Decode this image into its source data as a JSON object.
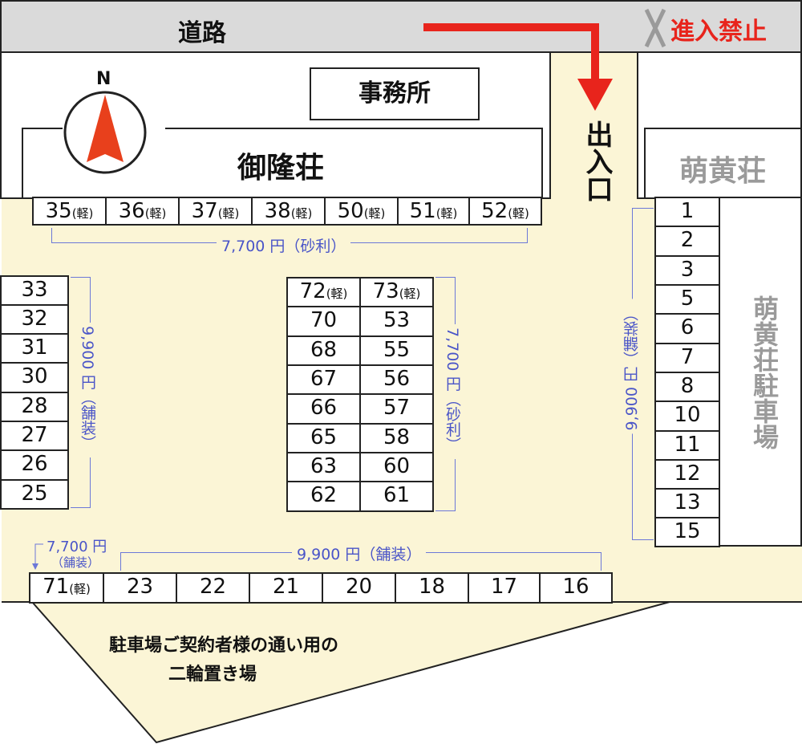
{
  "road": {
    "label": "道路",
    "no_entry": "進入禁止"
  },
  "entrance": {
    "label": "出入口"
  },
  "compass": {
    "north": "N"
  },
  "buildings": {
    "office": "事務所",
    "main": "御隆荘",
    "side": "萌黄荘",
    "side_parking": "萌黄荘駐車場"
  },
  "top_row": [
    "35(軽)",
    "36(軽)",
    "37(軽)",
    "38(軽)",
    "50(軽)",
    "51(軽)",
    "52(軽)"
  ],
  "top_price": "7,700 円（砂利）",
  "left_column": [
    "33",
    "32",
    "31",
    "30",
    "28",
    "27",
    "26",
    "25"
  ],
  "left_price": "9,900 円（舗装）",
  "center_left": [
    "72(軽)",
    "70",
    "68",
    "67",
    "66",
    "65",
    "63",
    "62"
  ],
  "center_right": [
    "73(軽)",
    "53",
    "55",
    "56",
    "57",
    "58",
    "60",
    "61"
  ],
  "center_price": "7,700 円（砂利）",
  "right_column": [
    "1",
    "2",
    "3",
    "5",
    "6",
    "7",
    "8",
    "10",
    "11",
    "12",
    "13",
    "15"
  ],
  "right_price": "9,900 円（舗装）",
  "bottom_row": [
    "71(軽)",
    "23",
    "22",
    "21",
    "20",
    "18",
    "17",
    "16"
  ],
  "bottom_price_71": "7,700 円",
  "bottom_price_71_note": "（舗装）",
  "bottom_price": "9,900 円（舗装）",
  "bike_area": {
    "line1": "駐車場ご契約者様の通い用の",
    "line2": "二輪置き場"
  },
  "colors": {
    "price": "#4a55c8",
    "arrow": "#e8241c",
    "lot": "#fbf5d6",
    "road": "#dadada"
  }
}
